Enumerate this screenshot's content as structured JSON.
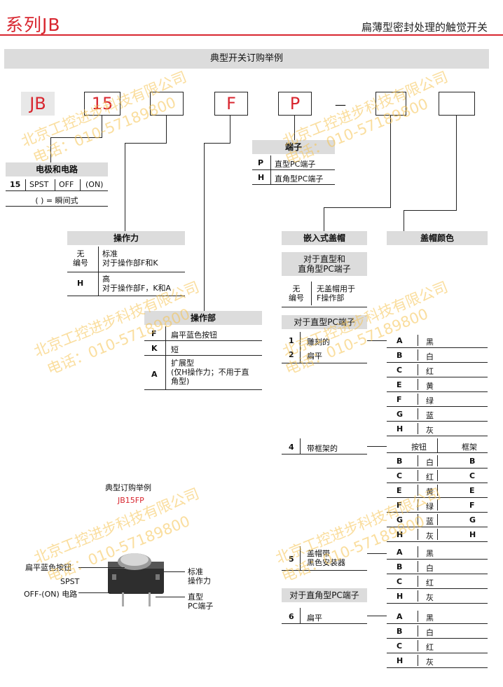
{
  "header": {
    "series_title": "系列JB",
    "subtitle": "扁薄型密封处理的触觉开关",
    "band_title": "典型开关订购举例"
  },
  "code_boxes": [
    "JB",
    "15",
    "",
    "F",
    "P",
    "",
    "",
    ""
  ],
  "dash": "—",
  "poles": {
    "title": "电极和电路",
    "row": [
      "15",
      "SPST",
      "OFF",
      "(ON)"
    ],
    "note": "( ) = 瞬间式"
  },
  "terminals": {
    "title": "端子",
    "rows": [
      {
        "code": "P",
        "desc": "直型PC端子"
      },
      {
        "code": "H",
        "desc": "直角型PC端子"
      }
    ]
  },
  "force": {
    "title": "操作力",
    "rows": [
      {
        "code": "无\n编号",
        "desc": "标准\n对于操作部F和K"
      },
      {
        "code": "H",
        "desc": "高\n对于操作部F，K和A"
      }
    ]
  },
  "actuator": {
    "title": "操作部",
    "rows": [
      {
        "code": "F",
        "desc": "扁平蓝色按钮"
      },
      {
        "code": "K",
        "desc": "短"
      },
      {
        "code": "A",
        "desc": "扩展型\n(仅H操作力；不用于直\n角型)"
      }
    ]
  },
  "cap": {
    "title": "嵌入式盖帽",
    "sub1": "对于直型和\n直角型PC端子",
    "none_code": "无\n编号",
    "none_desc": "无盖帽用于\nF操作部",
    "sub2": "对于直型PC端子",
    "rows_a": [
      {
        "code": "1",
        "desc": "雕刻的"
      },
      {
        "code": "2",
        "desc": "扁平"
      }
    ],
    "row4": {
      "code": "4",
      "desc": "带框架的"
    },
    "row5": {
      "code": "5",
      "desc": "盖帽带\n黑色安装器"
    },
    "sub3": "对于直角型PC端子",
    "row6": {
      "code": "6",
      "desc": "扁平"
    }
  },
  "cap_color": {
    "title": "盖帽颜色",
    "list_a": [
      {
        "code": "A",
        "color": "黑"
      },
      {
        "code": "B",
        "color": "白"
      },
      {
        "code": "C",
        "color": "红"
      },
      {
        "code": "E",
        "color": "黄"
      },
      {
        "code": "F",
        "color": "绿"
      },
      {
        "code": "G",
        "color": "蓝"
      },
      {
        "code": "H",
        "color": "灰"
      }
    ],
    "frame_headers": [
      "按钮",
      "框架"
    ],
    "list_frame": [
      {
        "code": "B",
        "color": "白",
        "frame": "B"
      },
      {
        "code": "C",
        "color": "红",
        "frame": "C"
      },
      {
        "code": "E",
        "color": "黄",
        "frame": "E"
      },
      {
        "code": "F",
        "color": "绿",
        "frame": "F"
      },
      {
        "code": "G",
        "color": "蓝",
        "frame": "G"
      },
      {
        "code": "H",
        "color": "灰",
        "frame": "H"
      }
    ],
    "list_5": [
      {
        "code": "A",
        "color": "黑"
      },
      {
        "code": "B",
        "color": "白"
      },
      {
        "code": "C",
        "color": "红"
      },
      {
        "code": "H",
        "color": "灰"
      }
    ],
    "list_6": [
      {
        "code": "A",
        "color": "黑"
      },
      {
        "code": "B",
        "color": "白"
      },
      {
        "code": "C",
        "color": "红"
      },
      {
        "code": "H",
        "color": "灰"
      }
    ]
  },
  "example": {
    "title": "典型订购举例",
    "part": "JB15FP",
    "left1": "扁平蓝色按钮",
    "left2": "SPST",
    "left3": "OFF-(ON) 电路",
    "right1": "标准\n操作力",
    "right2": "直型\nPC端子"
  },
  "watermarks": [
    "北京工控进步科技有限公司",
    "电话：010-57189800"
  ],
  "colors": {
    "accent": "#d8262f",
    "band": "#dcdcdc"
  }
}
